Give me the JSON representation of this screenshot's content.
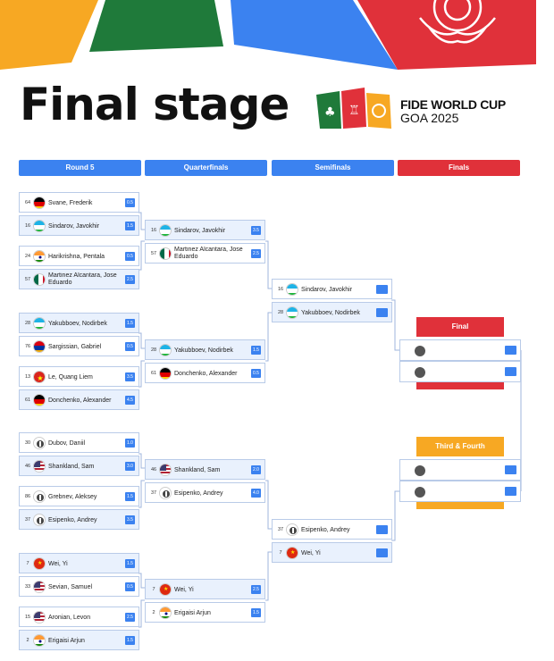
{
  "header": {
    "title": "Final stage",
    "logo_line1": "FIDE WORLD CUP",
    "logo_line2": "GOA 2025"
  },
  "rounds": [
    {
      "label": "Round 5",
      "color": "#3b82f0"
    },
    {
      "label": "Quarterfinals",
      "color": "#3b82f0"
    },
    {
      "label": "Semifinals",
      "color": "#3b82f0"
    },
    {
      "label": "Finals",
      "color": "#e0313a"
    }
  ],
  "round5": [
    {
      "seed": "64",
      "name": "Svane, Frederik",
      "flag": "germany",
      "score": "0.5"
    },
    {
      "seed": "16",
      "name": "Sindarov, Javokhir",
      "flag": "uzbekistan",
      "score": "1.5"
    },
    {
      "seed": "24",
      "name": "Harikrishna, Pentala",
      "flag": "india",
      "score": "0.5"
    },
    {
      "seed": "57",
      "name": "Martinez Alcantara, Jose Eduardo",
      "flag": "mexico",
      "score": "2.5"
    },
    {
      "seed": "28",
      "name": "Yakubboev, Nodirbek",
      "flag": "uzbekistan",
      "score": "1.5"
    },
    {
      "seed": "76",
      "name": "Sargissian, Gabriel",
      "flag": "armenia",
      "score": "0.5"
    },
    {
      "seed": "13",
      "name": "Le, Quang Liem",
      "flag": "vietnam",
      "score": "3.5"
    },
    {
      "seed": "61",
      "name": "Donchenko, Alexander",
      "flag": "germany",
      "score": "4.5"
    },
    {
      "seed": "30",
      "name": "Dubov, Daniil",
      "flag": "fide",
      "score": "1.0"
    },
    {
      "seed": "46",
      "name": "Shankland, Sam",
      "flag": "usa",
      "score": "3.0"
    },
    {
      "seed": "86",
      "name": "Grebnev, Aleksey",
      "flag": "fide",
      "score": "1.5"
    },
    {
      "seed": "37",
      "name": "Esipenko, Andrey",
      "flag": "fide",
      "score": "3.5"
    },
    {
      "seed": "7",
      "name": "Wei, Yi",
      "flag": "china",
      "score": "1.5"
    },
    {
      "seed": "33",
      "name": "Sevian, Samuel",
      "flag": "usa",
      "score": "0.5"
    },
    {
      "seed": "15",
      "name": "Aronian, Levon",
      "flag": "usa",
      "score": "2.5"
    },
    {
      "seed": "2",
      "name": "Erigaisi Arjun",
      "flag": "india",
      "score": "1.5"
    }
  ],
  "quarterfinals": [
    {
      "seed": "16",
      "name": "Sindarov, Javokhir",
      "flag": "uzbekistan",
      "score": "3.5"
    },
    {
      "seed": "57",
      "name": "Martinez Alcantara, Jose Eduardo",
      "flag": "mexico",
      "score": "2.5"
    },
    {
      "seed": "28",
      "name": "Yakubboev, Nodirbek",
      "flag": "uzbekistan",
      "score": "1.5"
    },
    {
      "seed": "61",
      "name": "Donchenko, Alexander",
      "flag": "germany",
      "score": "0.5"
    },
    {
      "seed": "46",
      "name": "Shankland, Sam",
      "flag": "usa",
      "score": "2.0"
    },
    {
      "seed": "37",
      "name": "Esipenko, Andrey",
      "flag": "fide",
      "score": "4.0"
    },
    {
      "seed": "7",
      "name": "Wei, Yi",
      "flag": "china",
      "score": "2.5"
    },
    {
      "seed": "2",
      "name": "Erigaisi Arjun",
      "flag": "india",
      "score": "1.5"
    }
  ],
  "semifinals": [
    {
      "seed": "16",
      "name": "Sindarov, Javokhir",
      "flag": "uzbekistan",
      "score": ""
    },
    {
      "seed": "28",
      "name": "Yakubboev, Nodirbek",
      "flag": "uzbekistan",
      "score": ""
    },
    {
      "seed": "37",
      "name": "Esipenko, Andrey",
      "flag": "fide",
      "score": ""
    },
    {
      "seed": "7",
      "name": "Wei, Yi",
      "flag": "china",
      "score": ""
    }
  ],
  "finals": {
    "final_label": "Final",
    "third_label": "Third & Fourth",
    "final_color": "#e0313a",
    "third_color": "#f7a823"
  }
}
